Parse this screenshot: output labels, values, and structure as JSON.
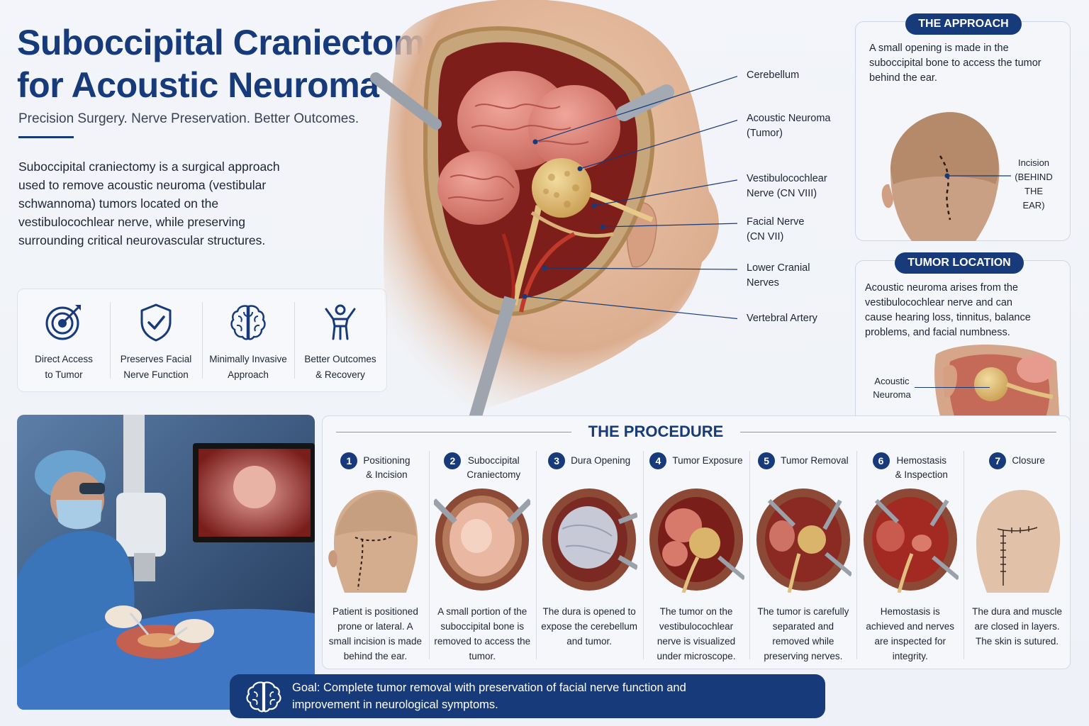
{
  "header": {
    "title_line1": "Suboccipital Craniectomy",
    "title_line2": "for Acoustic Neuroma",
    "subtitle": "Precision Surgery. Nerve Preservation. Better Outcomes.",
    "intro": "Suboccipital craniectomy is a surgical approach used to remove acoustic neuroma (vestibular schwannoma) tumors located on the vestibulocochlear nerve, while preserving surrounding critical neurovascular structures."
  },
  "benefits": [
    {
      "icon": "target-icon",
      "line1": "Direct Access",
      "line2": "to Tumor"
    },
    {
      "icon": "shield-check-icon",
      "line1": "Preserves Facial",
      "line2": "Nerve Function"
    },
    {
      "icon": "brain-icon",
      "line1": "Minimally Invasive",
      "line2": "Approach"
    },
    {
      "icon": "person-raised-arms-icon",
      "line1": "Better Outcomes",
      "line2": "& Recovery"
    }
  ],
  "anatomy_labels": [
    {
      "line1": "Cerebellum",
      "line2": ""
    },
    {
      "line1": "Acoustic Neuroma",
      "line2": "(Tumor)"
    },
    {
      "line1": "Vestibulocochlear",
      "line2": "Nerve (CN VIII)"
    },
    {
      "line1": "Facial Nerve",
      "line2": "(CN VII)"
    },
    {
      "line1": "Lower Cranial",
      "line2": "Nerves"
    },
    {
      "line1": "Vertebral Artery",
      "line2": ""
    }
  ],
  "approach": {
    "heading": "THE APPROACH",
    "text": "A small opening is made in the suboccipital bone to access the tumor behind the ear.",
    "incision_line1": "Incision",
    "incision_line2": "(BEHIND",
    "incision_line3": "THE EAR)"
  },
  "location": {
    "heading": "TUMOR LOCATION",
    "text": "Acoustic neuroma arises from the vestibulocochlear nerve and can cause hearing loss, tinnitus, balance problems, and facial numbness.",
    "label_line1": "Acoustic",
    "label_line2": "Neuroma"
  },
  "procedure": {
    "heading": "THE PROCEDURE",
    "steps": [
      {
        "num": "1",
        "title": "Positioning\n& Incision",
        "desc": "Patient is positioned prone or lateral. A small incision is made behind the ear."
      },
      {
        "num": "2",
        "title": "Suboccipital\nCraniectomy",
        "desc": "A small portion of the suboccipital bone is removed to access the tumor."
      },
      {
        "num": "3",
        "title": "Dura Opening",
        "desc": "The dura is opened to expose the cerebellum and tumor."
      },
      {
        "num": "4",
        "title": "Tumor Exposure",
        "desc": "The tumor on the vestibulocochlear nerve is visualized under microscope."
      },
      {
        "num": "5",
        "title": "Tumor Removal",
        "desc": "The tumor is carefully separated and removed while preserving nerves."
      },
      {
        "num": "6",
        "title": "Hemostasis\n& Inspection",
        "desc": "Hemostasis is achieved and nerves are inspected for integrity."
      },
      {
        "num": "7",
        "title": "Closure",
        "desc": "The dura and muscle are closed in layers. The skin is sutured."
      }
    ]
  },
  "goal": {
    "icon": "brain-icon",
    "text": "Goal: Complete tumor removal with preservation of facial nerve function and improvement in neurological symptoms."
  },
  "colors": {
    "navy": "#163a7a",
    "skin": "#e2b89a",
    "tissue": "#b4493a",
    "tumor": "#d9b46a",
    "surgical_blue": "#3f77c4"
  }
}
